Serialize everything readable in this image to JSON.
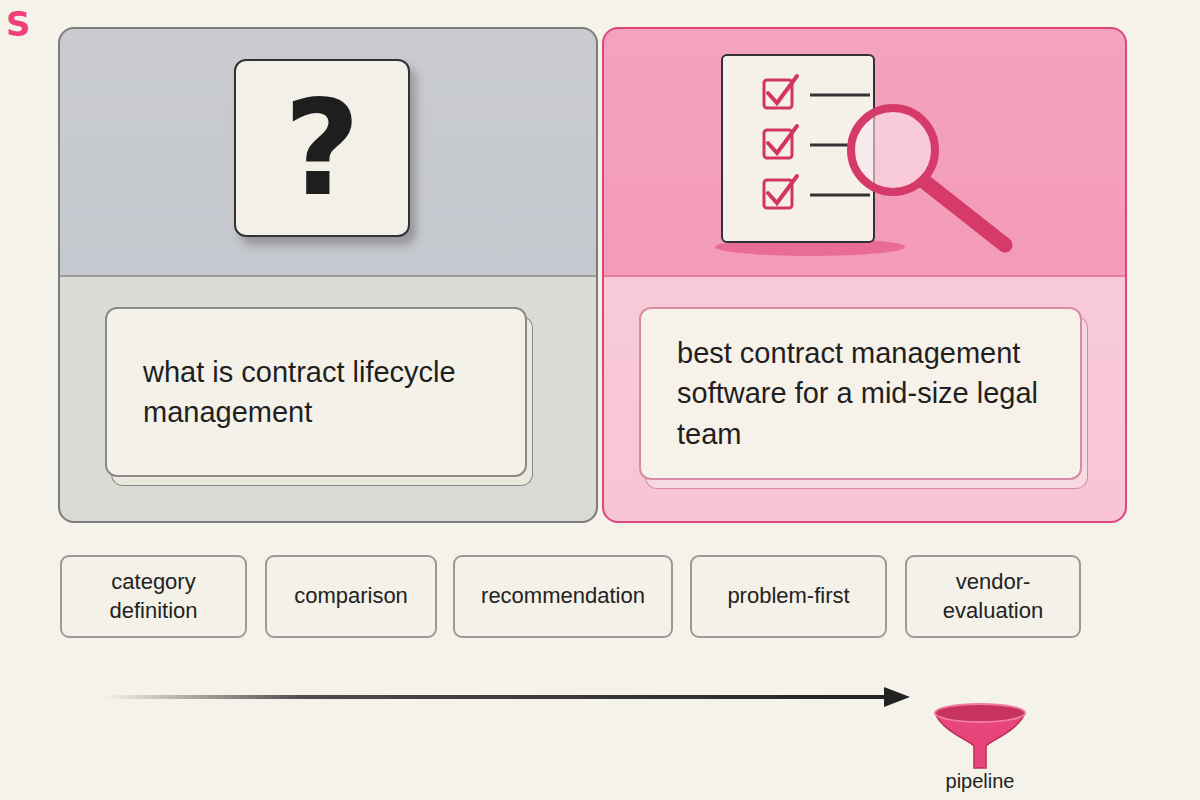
{
  "diagram": {
    "nodes": [
      {
        "text": []
      },
      {
        "text": [
          "?"
        ],
        "in": 0
      },
      {
        "text": [
          "what is contract lifecycle management"
        ],
        "in": 0
      },
      {
        "text": []
      },
      {
        "text": [
          "best contract management software for a mid-size legal team"
        ],
        "in": 3
      },
      {
        "text": [
          "category definition"
        ]
      },
      {
        "text": [
          "comparison"
        ]
      },
      {
        "text": [
          "recommendation"
        ]
      },
      {
        "text": [
          "problem-first"
        ]
      },
      {
        "text": [
          "vendor-evaluation"
        ]
      },
      {
        "text": [
          "pipeline"
        ]
      }
    ],
    "labels": [
      "S"
    ]
  }
}
